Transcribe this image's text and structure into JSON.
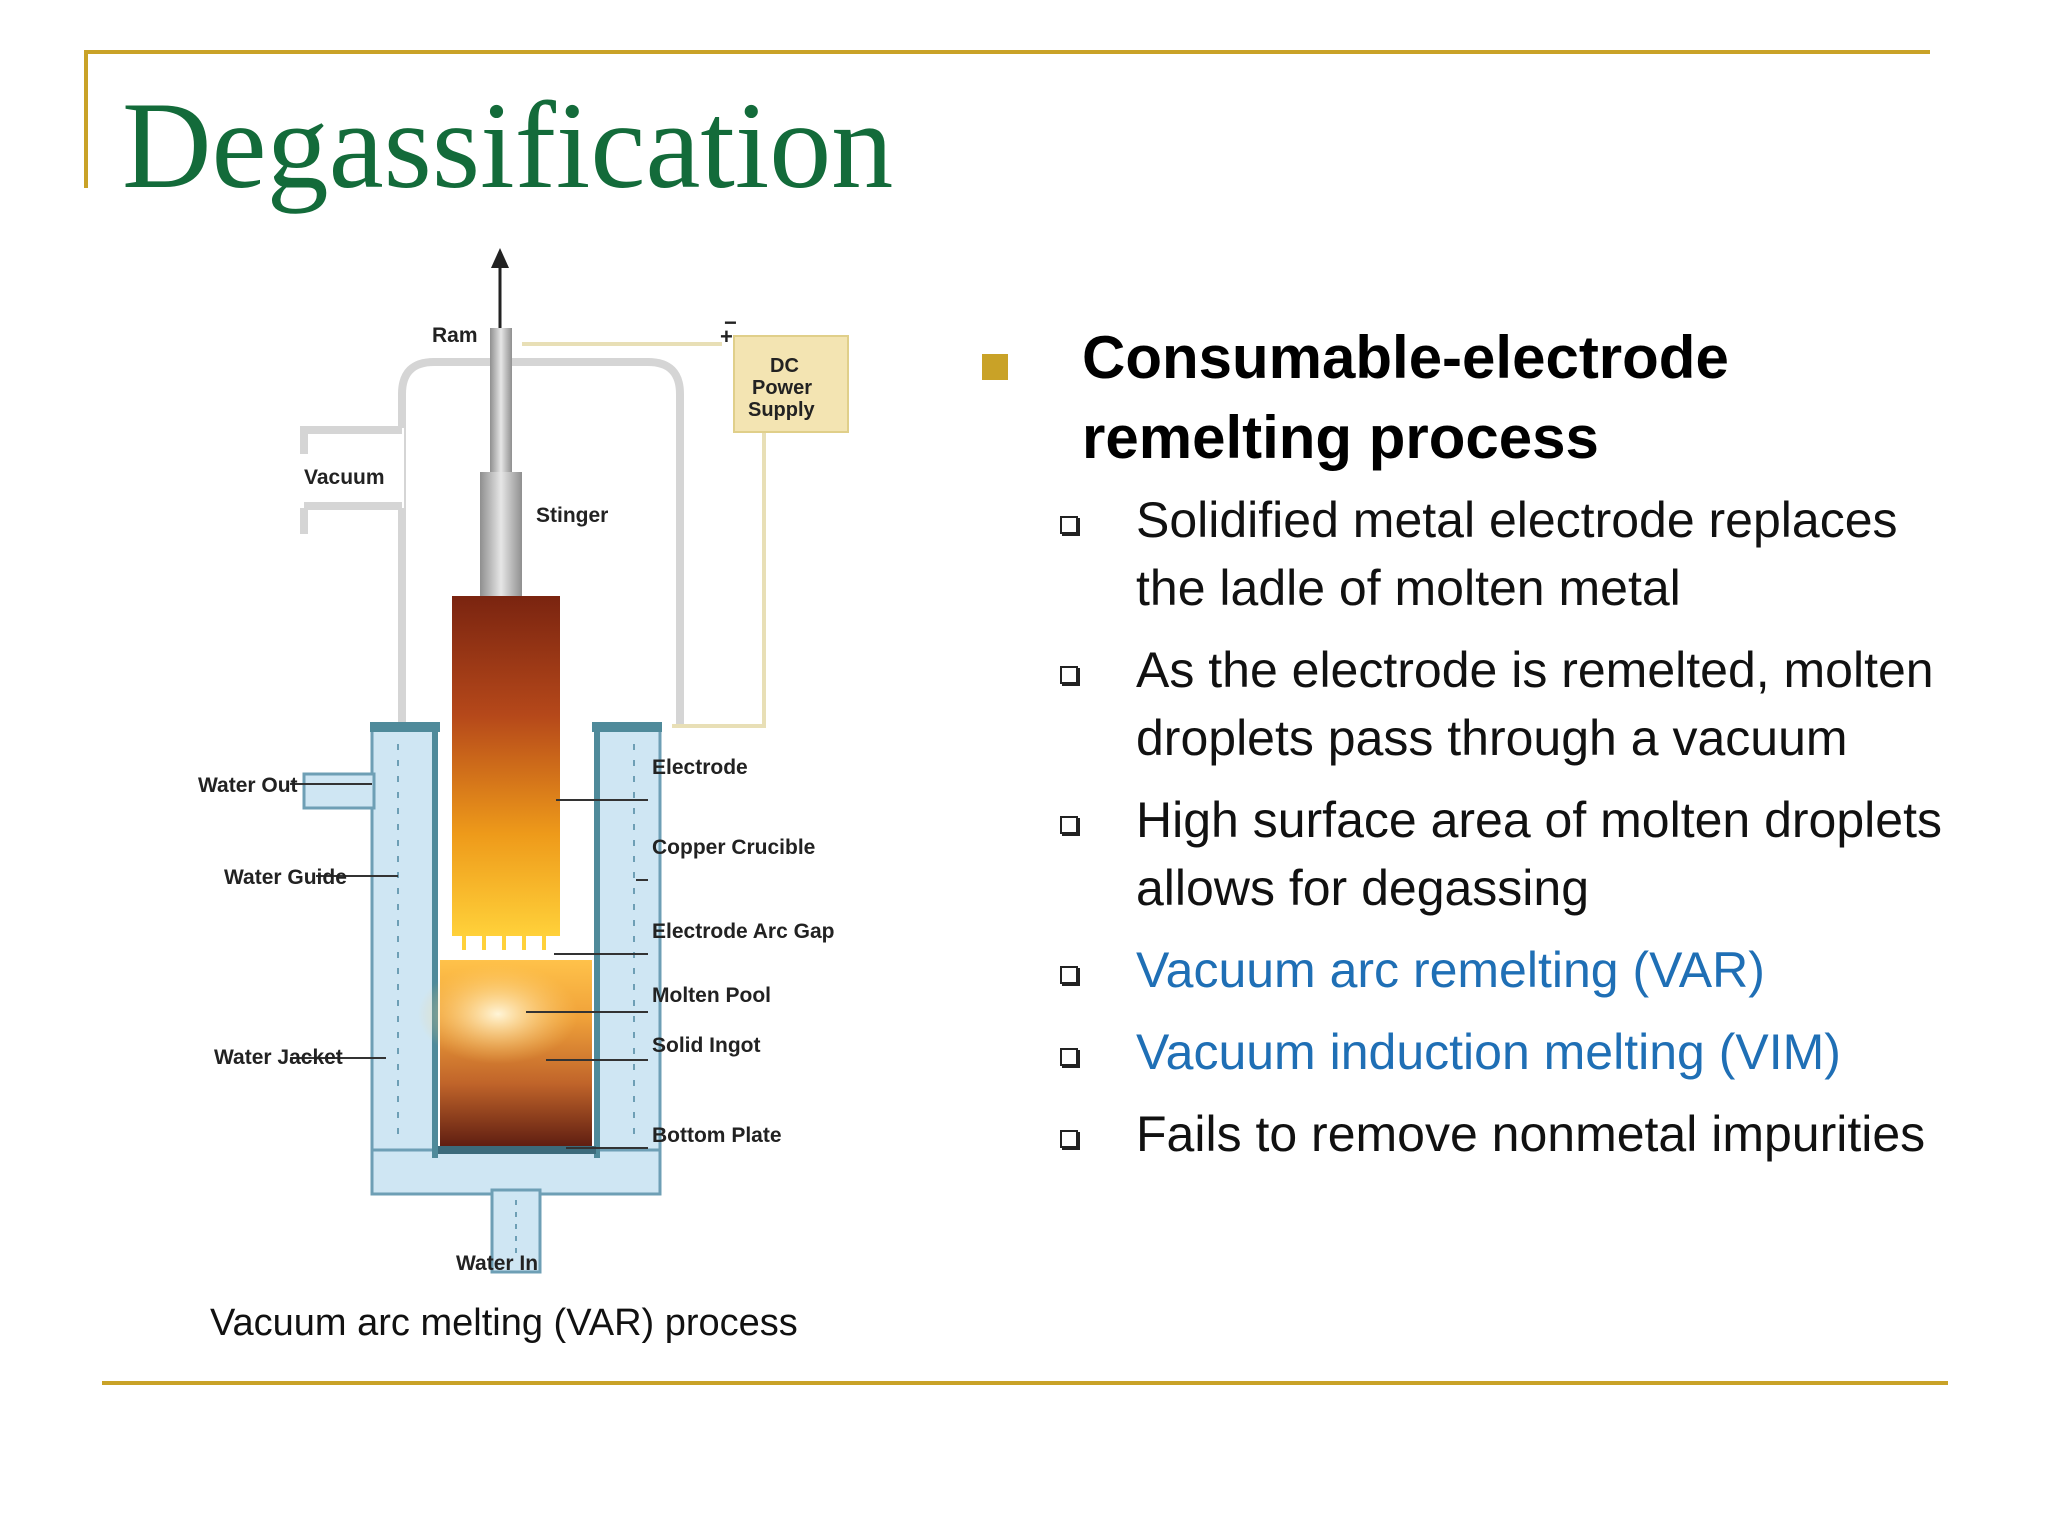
{
  "slide": {
    "title": "Degassification",
    "caption": "Vacuum arc melting (VAR) process",
    "main_bullet": "Consumable-electrode remelting process",
    "sub_bullets": [
      {
        "text": "Solidified metal electrode replaces the ladle of molten metal",
        "style": "normal"
      },
      {
        "text": "As the electrode is remelted, molten droplets pass through a vacuum",
        "style": "normal"
      },
      {
        "text": "High surface area of molten droplets allows for degassing",
        "style": "normal"
      },
      {
        "text": "Vacuum arc remelting (VAR)",
        "style": "link"
      },
      {
        "text": "Vacuum induction melting (VIM)",
        "style": "link"
      },
      {
        "text": "Fails to remove nonmetal impurities",
        "style": "normal"
      }
    ]
  },
  "diagram": {
    "labels": {
      "ram": "Ram",
      "dc_line1": "DC",
      "dc_line2": "Power",
      "dc_line3": "Supply",
      "plus": "+",
      "minus": "−",
      "vacuum": "Vacuum",
      "stinger": "Stinger",
      "electrode": "Electrode",
      "water_out": "Water Out",
      "copper_crucible": "Copper Crucible",
      "water_guide": "Water Guide",
      "electrode_arc_gap": "Electrode Arc Gap",
      "molten_pool": "Molten Pool",
      "solid_ingot": "Solid Ingot",
      "water_jacket": "Water Jacket",
      "bottom_plate": "Bottom Plate",
      "water_in": "Water In"
    }
  },
  "colors": {
    "title": "#136b3a",
    "accent": "#c9a227",
    "link": "#1f6fb5",
    "water": "#cfe6f3",
    "crucible": "#4f8a9a",
    "power_box": "#f3e4b2"
  }
}
